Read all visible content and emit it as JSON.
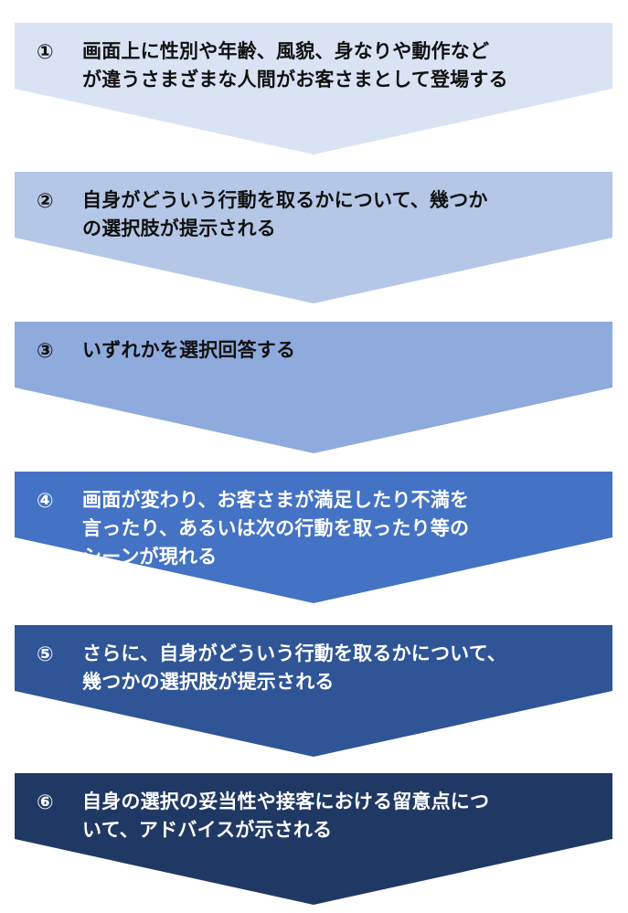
{
  "steps": [
    {
      "num": "①",
      "lines": [
        "画面上に性別や年齢、風貌、身なりや動作など",
        "が違うさまざまな人間がお客さまとして登場する"
      ],
      "color": "#dae3f3"
    },
    {
      "num": "②",
      "lines": [
        "自身がどういう行動を取るかについて、幾つか",
        "の選択肢が提示される"
      ],
      "color": "#b4c7e7"
    },
    {
      "num": "③",
      "lines": [
        "いずれかを選択回答する"
      ],
      "color": "#8faadc"
    },
    {
      "num": "④",
      "lines": [
        "画面が変わり、お客さまが満足したり不満を",
        "言ったり、あるいは次の行動を取ったり等の",
        "シーンが現れる"
      ],
      "color": "#4472c4"
    },
    {
      "num": "⑤",
      "lines": [
        "さらに、自身がどういう行動を取るかについて、",
        "幾つかの選択肢が提示される"
      ],
      "color": "#2f5597"
    },
    {
      "num": "⑥",
      "lines": [
        "自身の選択の妥当性や接客における留意点につ",
        "いて、アドバイスが示される"
      ],
      "color": "#203864"
    }
  ]
}
